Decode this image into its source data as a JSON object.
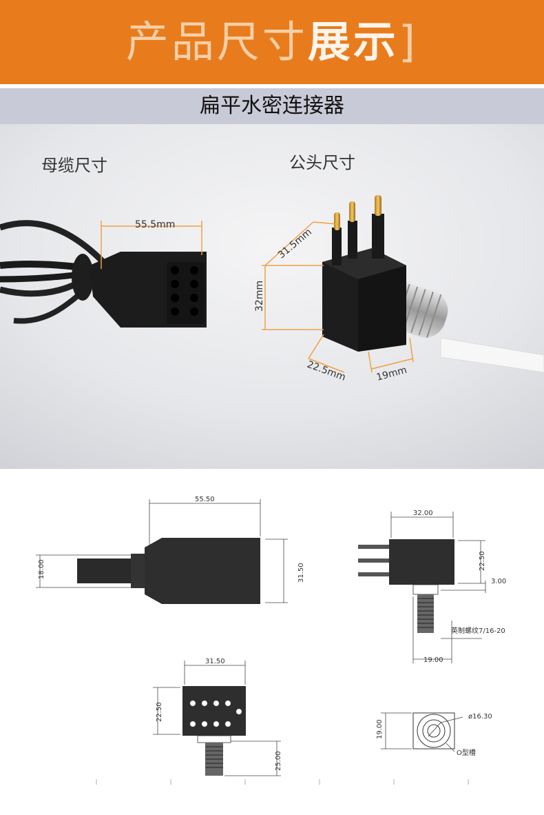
{
  "banner": {
    "title_thin": "产品尺寸",
    "title_bold": "展示",
    "title_bracket": "]"
  },
  "subtitle": "扁平水密连接器",
  "photo": {
    "female_label": "母缆尺寸",
    "male_label": "公头尺寸",
    "female_width": "55.5mm",
    "male_depth": "31.5mm",
    "male_height": "32mm",
    "male_width": "22.5mm",
    "male_thread": "19mm"
  },
  "drawing": {
    "female_side": {
      "length": "55.50",
      "cable": "18.00",
      "height": "31.50"
    },
    "male_side": {
      "width": "32.00",
      "height": "22.50",
      "gap": "3.00",
      "thread_note": "英制螺纹7/16-20",
      "thread_len": "19.00"
    },
    "female_front": {
      "width": "31.50",
      "height": "22.50",
      "thread_len": "25.00"
    },
    "male_bottom": {
      "diameter": "ø16.30",
      "height": "19.00",
      "groove": "O型槽"
    }
  },
  "colors": {
    "banner": "#e87c1d",
    "subbar": "#c9cad8",
    "dim_line": "#f0a040"
  }
}
